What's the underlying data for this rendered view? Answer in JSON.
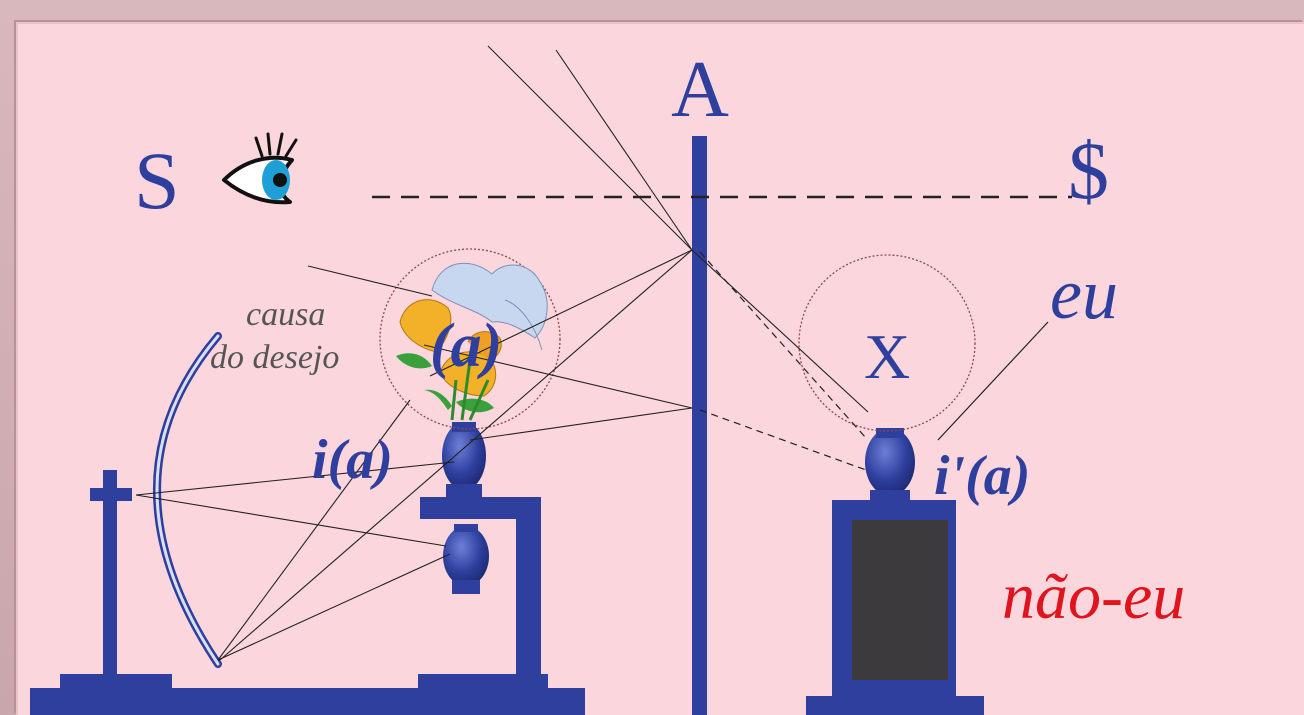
{
  "labels": {
    "mirror_a": "A",
    "subject_s": "S",
    "barred_subject": "$",
    "causa_line1": "causa",
    "causa_line2": "do desejo",
    "object_a": "(a)",
    "image_a": "i(a)",
    "virtual_image": "i'(a)",
    "x_mark": "X",
    "eu": "eu",
    "nao_eu": "não-eu"
  },
  "colors": {
    "background": "#fbd6dc",
    "structure_blue": "#2e3f9e",
    "text_blue": "#2e3f9e",
    "nao_eu_red": "#e0141e",
    "label_grey": "#555555",
    "box_dark": "#3d3a3e"
  },
  "icons": [
    "eye-icon",
    "flower-bouquet-icon"
  ]
}
